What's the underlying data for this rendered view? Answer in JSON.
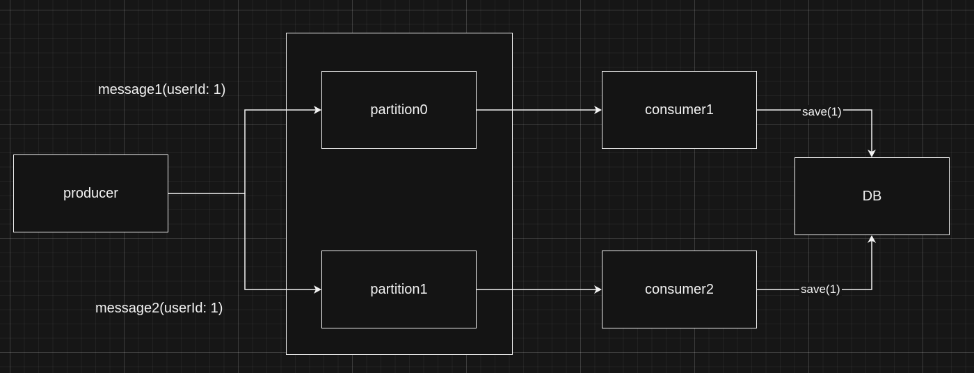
{
  "nodes": {
    "producer": "producer",
    "partition0": "partition0",
    "partition1": "partition1",
    "consumer1": "consumer1",
    "consumer2": "consumer2",
    "db": "DB"
  },
  "labels": {
    "message1": "message1(userId: 1)",
    "message2": "message2(userId: 1)",
    "save_top": "save(1)",
    "save_bottom": "save(1)"
  },
  "colors": {
    "background": "#161616",
    "stroke": "#f2f2f2"
  }
}
